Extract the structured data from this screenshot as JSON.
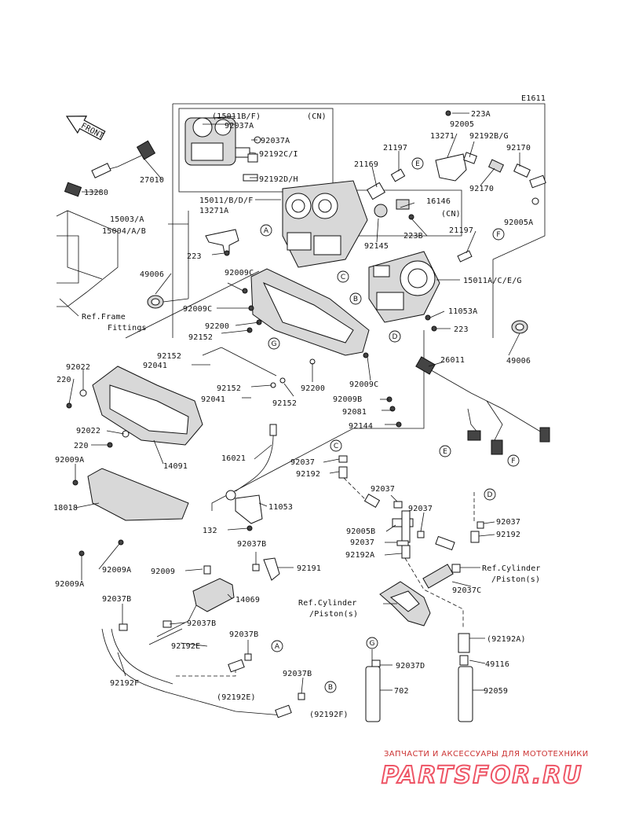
{
  "diagram_code": "E1611",
  "front_label": "FRONT",
  "cn_labels": [
    "(CN)",
    "(CN)"
  ],
  "ref_labels": {
    "frame_fittings": [
      "Ref.Frame",
      "Fittings"
    ],
    "cylinder_right": [
      "Ref.Cylinder",
      "/Piston(s)"
    ],
    "cylinder_left": [
      "Ref.Cylinder",
      "/Piston(s)"
    ]
  },
  "callouts": [
    "A",
    "B",
    "C",
    "D",
    "E",
    "F",
    "G"
  ],
  "part_labels": {
    "p_15011bf": "(15011B/F)",
    "p_92037a_box1": "92037A",
    "p_92037a_box2": "92037A",
    "p_92192ci": "92192C/I",
    "p_92192dh": "92192D/H",
    "p_15011bdf": "15011/B/D/F",
    "p_13271a": "13271A",
    "p_15003a": "15003/A",
    "p_15004ab": "15004/A/B",
    "p_27010": "27010",
    "p_13280": "13280",
    "p_223_left": "223",
    "p_49006_left": "49006",
    "p_223a": "223A",
    "p_92005": "92005",
    "p_13271": "13271",
    "p_92192bg": "92192B/G",
    "p_21197_top": "21197",
    "p_92170_top": "92170",
    "p_21169": "21169",
    "p_92170_mid": "92170",
    "p_16146": "16146",
    "p_92005a": "92005A",
    "p_223b": "223B",
    "p_21197_mid": "21197",
    "p_92145": "92145",
    "p_15011acg": "15011A/C/E/G",
    "p_11053a": "11053A",
    "p_223_mid": "223",
    "p_49006_right": "49006",
    "p_92009c_1": "92009C",
    "p_92009c_2": "92009C",
    "p_92200_1": "92200",
    "p_92152_1": "92152",
    "p_92152_2": "92152",
    "p_92041_1": "92041",
    "p_92152_3": "92152",
    "p_92041_2": "92041",
    "p_92200_2": "92200",
    "p_92152_4": "92152",
    "p_92009c_3": "92009C",
    "p_92009b": "92009B",
    "p_92081": "92081",
    "p_92144": "92144",
    "p_26011": "26011",
    "p_92022_1": "92022",
    "p_220_1": "220",
    "p_92022_2": "92022",
    "p_220_2": "220",
    "p_14091": "14091",
    "p_92009a_1": "92009A",
    "p_18018": "18018",
    "p_92009a_2": "92009A",
    "p_92009a_3": "92009A",
    "p_16021": "16021",
    "p_92037_1": "92037",
    "p_92192_1": "92192",
    "p_11053": "11053",
    "p_132": "132",
    "p_92037_2": "92037",
    "p_92037_3": "92037",
    "p_92005b": "92005B",
    "p_92037_4": "92037",
    "p_92192a": "92192A",
    "p_92037_5": "92037",
    "p_92192_2": "92192",
    "p_92037c": "92037C",
    "p_92037b_1": "92037B",
    "p_92009": "92009",
    "p_92191": "92191",
    "p_14069": "14069",
    "p_92037b_2": "92037B",
    "p_92037b_3": "92037B",
    "p_92192e": "92192E",
    "p_92192f": "92192F",
    "p_92037b_4": "92037B",
    "p_92192e_paren": "(92192E)",
    "p_92037b_5": "92037B",
    "p_92192f_paren": "(92192F)",
    "p_92192a_paren": "(92192A)",
    "p_49116": "49116",
    "p_92037d": "92037D",
    "p_702": "702",
    "p_92059": "92059"
  },
  "watermark": {
    "caption": "ЗАПЧАСТИ И АКСЕССУАРЫ ДЛЯ МОТОТЕХНИКИ",
    "brand": "PARTSFOR.RU",
    "brand_color": "#e05566"
  }
}
